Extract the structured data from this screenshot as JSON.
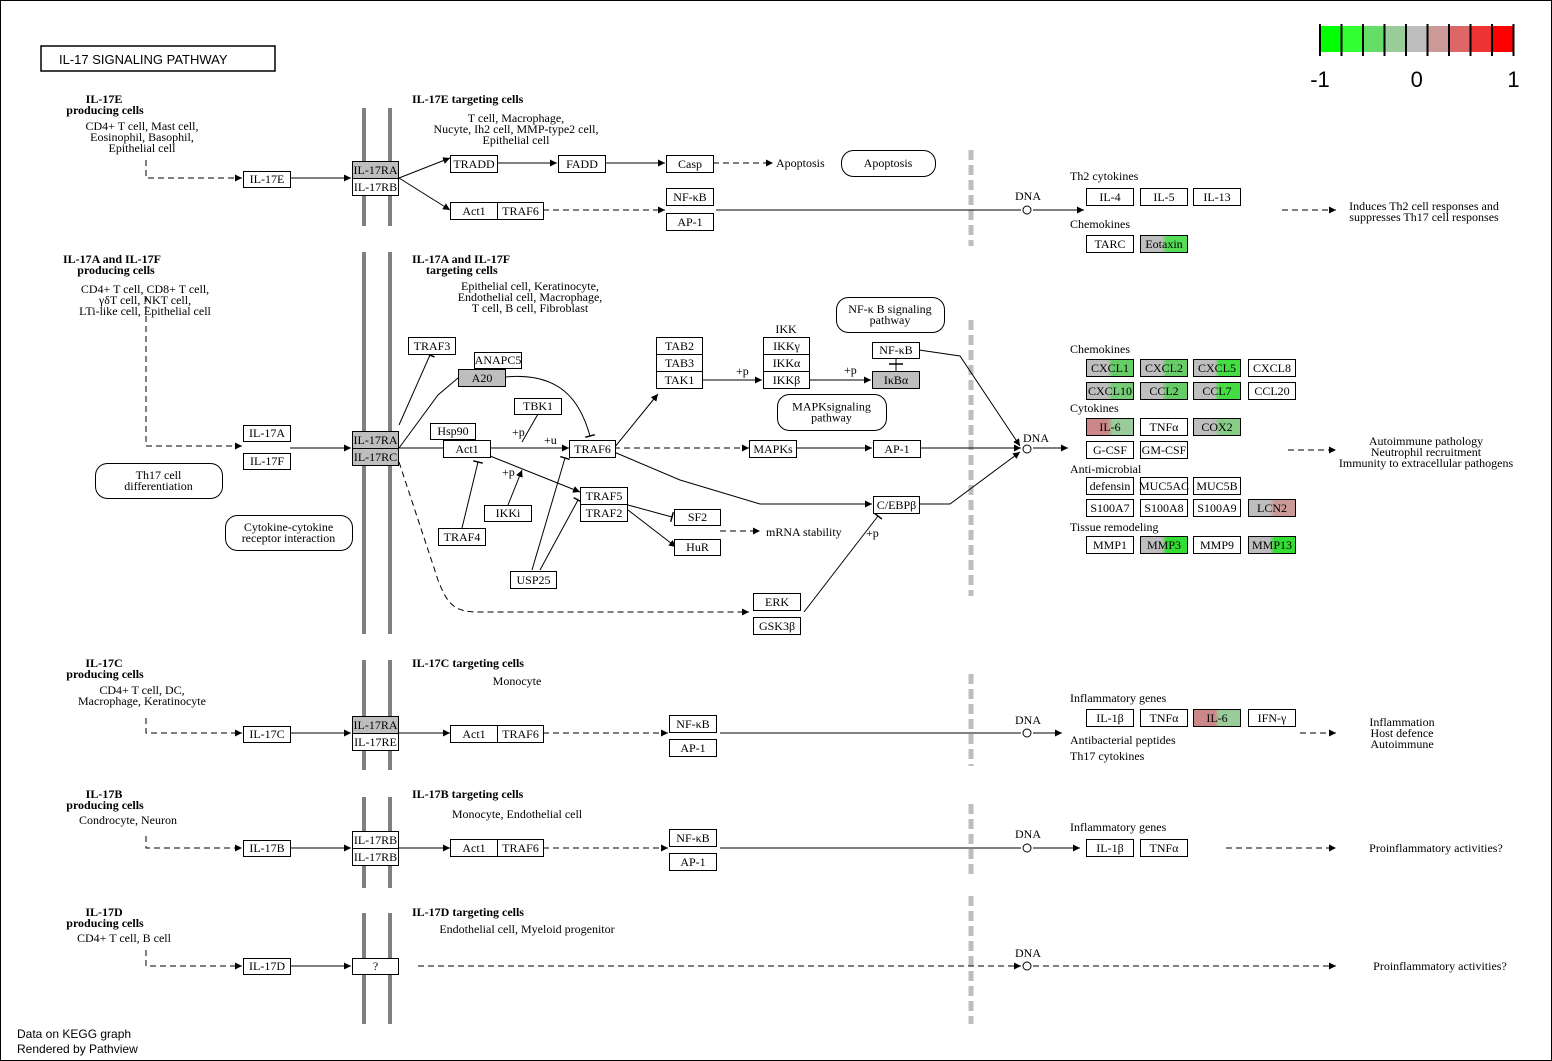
{
  "title": "IL-17  SIGNALING  PATHWAY",
  "legend": {
    "ticks": [
      "-1",
      "0",
      "1"
    ],
    "colors": [
      "#00ff00",
      "#33ff33",
      "#66dd66",
      "#99cc99",
      "#bebebe",
      "#cc9999",
      "#dd6666",
      "#ee3333",
      "#ff0000"
    ]
  },
  "footer": {
    "line1": "Data on KEGG graph",
    "line2": "Rendered by Pathview"
  },
  "colors": {
    "grey": "#bebebe",
    "dark_membrane": "#808080",
    "green": "#33dd33",
    "red": "#cc7777"
  },
  "sections": {
    "e": {
      "producing_title1": "IL-17E",
      "producing_title2": "producing cells",
      "producing_cells": [
        "CD4+ T cell, Mast cell,",
        "Eosinophil, Basophil,",
        "Epithelial cell"
      ],
      "targeting_title": "IL-17E targeting cells",
      "targeting_cells": [
        "T cell, Macrophage,",
        "Nucyte, Ih2 cell, MMP-type2 cell,",
        "Epithelial cell"
      ]
    },
    "af": {
      "producing_title1": "IL-17A and IL-17F",
      "producing_title2": "producing cells",
      "producing_cells": [
        "CD4+ T cell, CD8+ T cell,",
        "γδT cell, NKT cell,",
        "LTi-like cell, Epithelial cell"
      ],
      "targeting_title1": "IL-17A and IL-17F",
      "targeting_title2": "targeting cells",
      "targeting_cells": [
        "Epithelial cell, Keratinocyte,",
        "Endothelial cell, Macrophage,",
        "T cell, B cell, Fibroblast"
      ]
    },
    "c": {
      "producing_title1": "IL-17C",
      "producing_title2": "producing cells",
      "producing_cells": [
        "CD4+ T cell, DC,",
        "Macrophage, Keratinocyte"
      ],
      "targeting_title": "IL-17C targeting cells",
      "targeting_cells": [
        "Monocyte"
      ]
    },
    "b": {
      "producing_title1": "IL-17B",
      "producing_title2": "producing cells",
      "producing_cells": [
        "Condrocyte, Neuron"
      ],
      "targeting_title": "IL-17B targeting cells",
      "targeting_cells": [
        "Monocyte, Endothelial cell"
      ]
    },
    "d": {
      "producing_title1": "IL-17D",
      "producing_title2": "producing cells",
      "producing_cells": [
        "CD4+ T cell, B cell"
      ],
      "targeting_title": "IL-17D targeting cells",
      "targeting_cells": [
        "Endothelial cell, Myeloid progenitor"
      ]
    }
  },
  "nodes": [
    {
      "id": "il17e",
      "label": "IL-17E",
      "fill": "#ffffff"
    },
    {
      "id": "il17ra_e",
      "label": "IL-17RA",
      "fill": "#bebebe"
    },
    {
      "id": "il17rb_e",
      "label": "IL-17RB",
      "fill": "#ffffff"
    },
    {
      "id": "tradd",
      "label": "TRADD",
      "fill": "#ffffff"
    },
    {
      "id": "fadd",
      "label": "FADD",
      "fill": "#ffffff"
    },
    {
      "id": "casp",
      "label": "Casp",
      "fill": "#ffffff"
    },
    {
      "id": "act1_e",
      "label": "Act1",
      "fill": "#ffffff"
    },
    {
      "id": "traf6_e",
      "label": "TRAF6",
      "fill": "#ffffff"
    },
    {
      "id": "nfkb_e",
      "label": "NF-κB",
      "fill": "#ffffff"
    },
    {
      "id": "ap1_e",
      "label": "AP-1",
      "fill": "#ffffff"
    },
    {
      "id": "il4",
      "label": "IL-4",
      "fill": "#ffffff"
    },
    {
      "id": "il5",
      "label": "IL-5",
      "fill": "#ffffff"
    },
    {
      "id": "il13",
      "label": "IL-13",
      "fill": "#ffffff"
    },
    {
      "id": "tarc",
      "label": "TARC",
      "fill": "#ffffff"
    },
    {
      "id": "eotaxin",
      "label": "Eotaxin",
      "fill": "#bebebe",
      "grad": "#55dd55"
    },
    {
      "id": "traf3",
      "label": "TRAF3",
      "fill": "#ffffff"
    },
    {
      "id": "anapc5",
      "label": "ANAPC5",
      "fill": "#ffffff"
    },
    {
      "id": "a20",
      "label": "A20",
      "fill": "#bebebe"
    },
    {
      "id": "tbk1",
      "label": "TBK1",
      "fill": "#ffffff"
    },
    {
      "id": "hsp90",
      "label": "Hsp90",
      "fill": "#ffffff"
    },
    {
      "id": "act1_af",
      "label": "Act1",
      "fill": "#ffffff"
    },
    {
      "id": "il17a",
      "label": "IL-17A",
      "fill": "#ffffff"
    },
    {
      "id": "il17f",
      "label": "IL-17F",
      "fill": "#ffffff"
    },
    {
      "id": "il17ra_af",
      "label": "IL-17RA",
      "fill": "#bebebe"
    },
    {
      "id": "il17rc_af",
      "label": "IL-17RC",
      "fill": "#bebebe"
    },
    {
      "id": "traf6_af",
      "label": "TRAF6",
      "fill": "#ffffff"
    },
    {
      "id": "tab2",
      "label": "TAB2",
      "fill": "#ffffff"
    },
    {
      "id": "tab3",
      "label": "TAB3",
      "fill": "#ffffff"
    },
    {
      "id": "tak1",
      "label": "TAK1",
      "fill": "#ffffff"
    },
    {
      "id": "ikkg",
      "label": "IKKγ",
      "fill": "#ffffff"
    },
    {
      "id": "ikka",
      "label": "IKKα",
      "fill": "#ffffff"
    },
    {
      "id": "ikkb",
      "label": "IKKβ",
      "fill": "#ffffff"
    },
    {
      "id": "nfkb_af",
      "label": "NF-κB",
      "fill": "#ffffff"
    },
    {
      "id": "ikba",
      "label": "IκBα",
      "fill": "#bebebe"
    },
    {
      "id": "mapks",
      "label": "MAPKs",
      "fill": "#ffffff"
    },
    {
      "id": "ap1_af",
      "label": "AP-1",
      "fill": "#ffffff"
    },
    {
      "id": "ikki",
      "label": "IKKi",
      "fill": "#ffffff"
    },
    {
      "id": "traf4",
      "label": "TRAF4",
      "fill": "#ffffff"
    },
    {
      "id": "traf5",
      "label": "TRAF5",
      "fill": "#ffffff"
    },
    {
      "id": "traf2",
      "label": "TRAF2",
      "fill": "#ffffff"
    },
    {
      "id": "sf2",
      "label": "SF2",
      "fill": "#ffffff"
    },
    {
      "id": "hur",
      "label": "HuR",
      "fill": "#ffffff"
    },
    {
      "id": "cebpb",
      "label": "C/EBPβ",
      "fill": "#ffffff"
    },
    {
      "id": "usp25",
      "label": "USP25",
      "fill": "#ffffff"
    },
    {
      "id": "erk",
      "label": "ERK",
      "fill": "#ffffff"
    },
    {
      "id": "gsk3b",
      "label": "GSK3β",
      "fill": "#ffffff"
    },
    {
      "id": "cxcl1",
      "label": "CXCL1",
      "fill": "#bebebe",
      "grad": "#66cc66"
    },
    {
      "id": "cxcl2",
      "label": "CXCL2",
      "fill": "#bebebe",
      "grad": "#66cc66"
    },
    {
      "id": "cxcl5",
      "label": "CXCL5",
      "fill": "#bebebe",
      "grad": "#44dd44"
    },
    {
      "id": "cxcl8",
      "label": "CXCL8",
      "fill": "#ffffff"
    },
    {
      "id": "cxcl10",
      "label": "CXCL10",
      "fill": "#bebebe",
      "grad": "#77cc77"
    },
    {
      "id": "ccl2",
      "label": "CCL2",
      "fill": "#bebebe",
      "grad": "#66cc66"
    },
    {
      "id": "ccl7",
      "label": "CCL7",
      "fill": "#bebebe",
      "grad": "#44dd44"
    },
    {
      "id": "ccl20",
      "label": "CCL20",
      "fill": "#ffffff"
    },
    {
      "id": "il6_af",
      "label": "IL-6",
      "fill": "#cc8888",
      "grad": "#99cc99"
    },
    {
      "id": "tnfa_af",
      "label": "TNFα",
      "fill": "#ffffff"
    },
    {
      "id": "cox2",
      "label": "COX2",
      "fill": "#bebebe",
      "grad": "#88cc88"
    },
    {
      "id": "gcsf",
      "label": "G-CSF",
      "fill": "#ffffff"
    },
    {
      "id": "gmcsf",
      "label": "GM-CSF",
      "fill": "#ffffff"
    },
    {
      "id": "defensin",
      "label": "defensin",
      "fill": "#ffffff"
    },
    {
      "id": "muc5ac",
      "label": "MUC5AC",
      "fill": "#ffffff"
    },
    {
      "id": "muc5b",
      "label": "MUC5B",
      "fill": "#ffffff"
    },
    {
      "id": "s100a7",
      "label": "S100A7",
      "fill": "#ffffff"
    },
    {
      "id": "s100a8",
      "label": "S100A8",
      "fill": "#ffffff"
    },
    {
      "id": "s100a9",
      "label": "S100A9",
      "fill": "#ffffff"
    },
    {
      "id": "lcn2",
      "label": "LCN2",
      "fill": "#bebebe",
      "grad": "#cc9999"
    },
    {
      "id": "mmp1",
      "label": "MMP1",
      "fill": "#ffffff"
    },
    {
      "id": "mmp3",
      "label": "MMP3",
      "fill": "#bebebe",
      "grad": "#33dd33"
    },
    {
      "id": "mmp9",
      "label": "MMP9",
      "fill": "#ffffff"
    },
    {
      "id": "mmp13",
      "label": "MMP13",
      "fill": "#bebebe",
      "grad": "#33dd33"
    },
    {
      "id": "il17c",
      "label": "IL-17C",
      "fill": "#ffffff"
    },
    {
      "id": "il17ra_c",
      "label": "IL-17RA",
      "fill": "#bebebe"
    },
    {
      "id": "il17re_c",
      "label": "IL-17RE",
      "fill": "#ffffff"
    },
    {
      "id": "act1_c",
      "label": "Act1",
      "fill": "#ffffff"
    },
    {
      "id": "traf6_c",
      "label": "TRAF6",
      "fill": "#ffffff"
    },
    {
      "id": "nfkb_c",
      "label": "NF-κB",
      "fill": "#ffffff"
    },
    {
      "id": "ap1_c",
      "label": "AP-1",
      "fill": "#ffffff"
    },
    {
      "id": "il1b_c",
      "label": "IL-1β",
      "fill": "#ffffff"
    },
    {
      "id": "tnfa_c",
      "label": "TNFα",
      "fill": "#ffffff"
    },
    {
      "id": "il6_c",
      "label": "IL-6",
      "fill": "#cc8888",
      "grad": "#99cc99"
    },
    {
      "id": "ifng_c",
      "label": "IFN-γ",
      "fill": "#ffffff"
    },
    {
      "id": "il17b",
      "label": "IL-17B",
      "fill": "#ffffff"
    },
    {
      "id": "il17rb_b1",
      "label": "IL-17RB",
      "fill": "#ffffff"
    },
    {
      "id": "il17rb_b2",
      "label": "IL-17RB",
      "fill": "#ffffff"
    },
    {
      "id": "act1_b",
      "label": "Act1",
      "fill": "#ffffff"
    },
    {
      "id": "traf6_b",
      "label": "TRAF6",
      "fill": "#ffffff"
    },
    {
      "id": "nfkb_b",
      "label": "NF-κB",
      "fill": "#ffffff"
    },
    {
      "id": "ap1_b",
      "label": "AP-1",
      "fill": "#ffffff"
    },
    {
      "id": "il1b_b",
      "label": "IL-1β",
      "fill": "#ffffff"
    },
    {
      "id": "tnfa_b",
      "label": "TNFα",
      "fill": "#ffffff"
    },
    {
      "id": "il17d",
      "label": "IL-17D",
      "fill": "#ffffff"
    },
    {
      "id": "unknown_d",
      "label": "?",
      "fill": "#ffffff"
    }
  ],
  "rounded_boxes": [
    {
      "id": "apoptosis_map",
      "lines": [
        "Apoptosis"
      ]
    },
    {
      "id": "nfkb_map",
      "lines": [
        "NF-κ B signaling",
        "pathway"
      ]
    },
    {
      "id": "mapk_map",
      "lines": [
        "MAPKsignaling",
        "pathway"
      ]
    },
    {
      "id": "th17_map",
      "lines": [
        "Th17 cell",
        "differentiation"
      ]
    },
    {
      "id": "cytokine_map",
      "lines": [
        "Cytokine-cytokine",
        "receptor interaction"
      ]
    }
  ],
  "labels": {
    "apoptosis": "Apoptosis",
    "th2_cytokines": "Th2 cytokines",
    "chemokines_e": "Chemokines",
    "induces": [
      "Induces Th2 cell responses and",
      "suppresses Th17 cell responses"
    ],
    "chemokines_af": "Chemokines",
    "cytokines_af": "Cytokines",
    "antimicrobial": "Anti-microbial",
    "tissue_remodeling": "Tissue remodeling",
    "autoimmune": [
      "Autoimmune pathology",
      "Neutrophil recruitment",
      "Immunity to extracellular pathogens"
    ],
    "mrna_stability": "mRNA stability",
    "ikk": "IKK",
    "inflammatory_c": "Inflammatory genes",
    "antibacterial": "Antibacterial peptides",
    "th17_cytokines": "Th17 cytokines",
    "inflammation": [
      "Inflammation",
      "Host defence",
      "Autoimmune"
    ],
    "inflammatory_b": "Inflammatory genes",
    "proinflammatory_b": "Proinflammatory activities?",
    "proinflammatory_d": "Proinflammatory activities?",
    "dna": "DNA",
    "plus_p": "+p",
    "plus_u": "+u"
  }
}
